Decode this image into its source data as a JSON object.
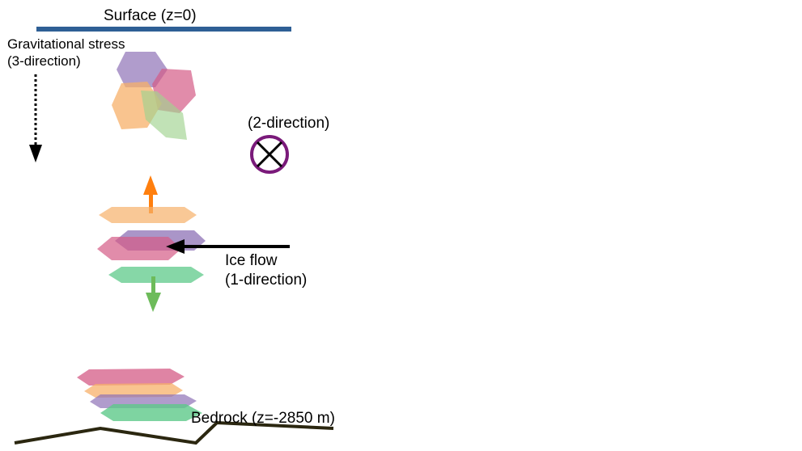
{
  "labels": {
    "surface": "Surface (z=0)",
    "grav_line1": "Gravitational stress",
    "grav_line2": "(3-direction)",
    "dir2": "(2-direction)",
    "ice_line1": "Ice flow",
    "ice_line2": "(1-direction)",
    "bedrock": "Bedrock (z=-2850 m)"
  },
  "colors": {
    "surface_line": "#2e5f95",
    "grain_purple": "#8e72b6",
    "grain_pink": "#d45b86",
    "grain_orange": "#f7b06a",
    "grain_green": "#5ec98a",
    "grain_lightgreen": "#9fd28f",
    "arrow_orange": "#ff7f0e",
    "arrow_green": "#6dbb5a",
    "cross_circle": "#7a1a7a",
    "bedrock_line": "#2b2710"
  }
}
